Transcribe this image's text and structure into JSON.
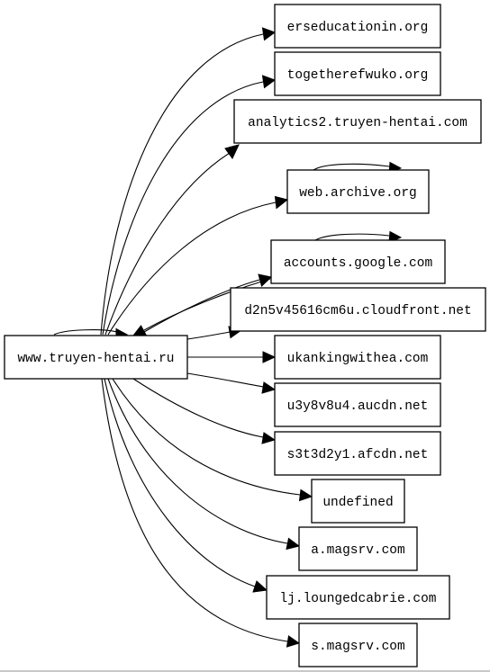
{
  "graph": {
    "source": {
      "id": "src",
      "label": "www.truyen-hentai.ru"
    },
    "targets": [
      {
        "id": "t0",
        "label": "erseducationin.org"
      },
      {
        "id": "t1",
        "label": "togetherefwuko.org"
      },
      {
        "id": "t2",
        "label": "analytics2.truyen-hentai.com"
      },
      {
        "id": "t3",
        "label": "web.archive.org"
      },
      {
        "id": "t4",
        "label": "accounts.google.com"
      },
      {
        "id": "t5",
        "label": "d2n5v45616cm6u.cloudfront.net"
      },
      {
        "id": "t6",
        "label": "ukankingwithea.com"
      },
      {
        "id": "t7",
        "label": "u3y8v8u4.aucdn.net"
      },
      {
        "id": "t8",
        "label": "s3t3d2y1.afcdn.net"
      },
      {
        "id": "t9",
        "label": "undefined"
      },
      {
        "id": "t10",
        "label": "a.magsrv.com"
      },
      {
        "id": "t11",
        "label": "lj.loungedcabrie.com"
      },
      {
        "id": "t12",
        "label": "s.magsrv.com"
      }
    ],
    "edges": [
      {
        "from": "src",
        "to": "src"
      },
      {
        "from": "src",
        "to": "t0"
      },
      {
        "from": "src",
        "to": "t1"
      },
      {
        "from": "src",
        "to": "t2"
      },
      {
        "from": "src",
        "to": "t3"
      },
      {
        "from": "src",
        "to": "t4"
      },
      {
        "from": "t4",
        "to": "src"
      },
      {
        "from": "src",
        "to": "t5"
      },
      {
        "from": "src",
        "to": "t6"
      },
      {
        "from": "src",
        "to": "t7"
      },
      {
        "from": "src",
        "to": "t8"
      },
      {
        "from": "src",
        "to": "t9"
      },
      {
        "from": "src",
        "to": "t10"
      },
      {
        "from": "src",
        "to": "t11"
      },
      {
        "from": "src",
        "to": "t12"
      },
      {
        "from": "t3",
        "to": "t3"
      },
      {
        "from": "t4",
        "to": "t4"
      }
    ]
  }
}
